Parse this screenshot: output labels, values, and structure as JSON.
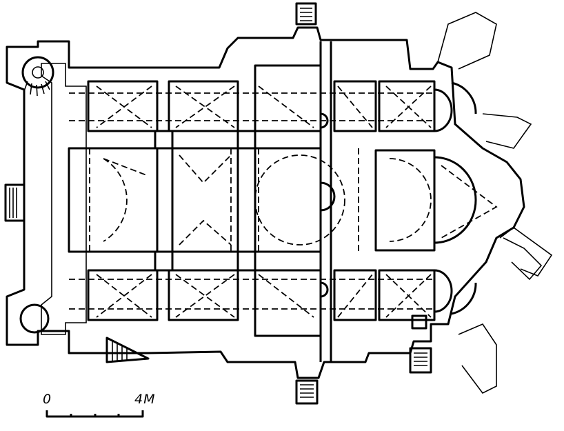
{
  "drawing": {
    "type": "architectural floor plan",
    "scale_bar": {
      "start_label": "0",
      "end_label": "4M",
      "segments": 4
    }
  },
  "colors": {
    "ink": "#000000",
    "paper": "#ffffff"
  }
}
